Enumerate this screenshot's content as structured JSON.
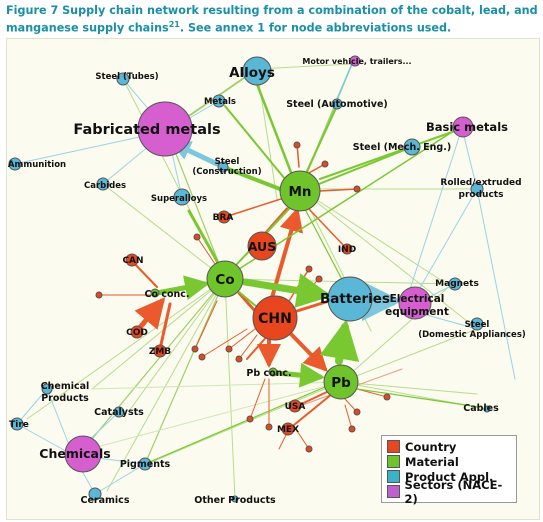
{
  "caption": {
    "line1": "Figure 7 Supply chain network resulting from a combination of the cobalt, lead, and",
    "line2_a": "manganese supply chains",
    "line2_sup": "21",
    "line2_b": ". See annex 1 for node abbreviations used."
  },
  "colors": {
    "country": "#e8461e",
    "material": "#6ec42a",
    "product": "#5ab8d6",
    "sector": "#d65fd0",
    "green_edge": "#79c832",
    "red_edge": "#ea5a2c",
    "blue_edge": "#7cc6de"
  },
  "legend": [
    {
      "key": "country",
      "label": "Country",
      "color": "#e8461e"
    },
    {
      "key": "material",
      "label": "Material",
      "color": "#6ec42a"
    },
    {
      "key": "product",
      "label": "Product Appl.",
      "color": "#3ab2c8"
    },
    {
      "key": "sector",
      "label": "Sectors (NACE-2)",
      "color": "#c05fd0"
    }
  ],
  "nodes": [
    {
      "id": "fabricated-metals",
      "type": "sector",
      "label": "Fabricated metals"
    },
    {
      "id": "alloys",
      "type": "product",
      "label": "Alloys"
    },
    {
      "id": "basic-metals",
      "type": "sector",
      "label": "Basic metals"
    },
    {
      "id": "chemicals",
      "type": "sector",
      "label": "Chemicals"
    },
    {
      "id": "electrical-equipment",
      "type": "sector",
      "label": "Electrical equipment"
    },
    {
      "id": "batteries",
      "type": "product",
      "label": "Batteries"
    },
    {
      "id": "mn",
      "type": "material",
      "label": "Mn"
    },
    {
      "id": "co",
      "type": "material",
      "label": "Co"
    },
    {
      "id": "pb",
      "type": "material",
      "label": "Pb"
    },
    {
      "id": "chn",
      "type": "country",
      "label": "CHN"
    },
    {
      "id": "aus",
      "type": "country",
      "label": "AUS"
    },
    {
      "id": "bra",
      "type": "country",
      "label": "BRA"
    },
    {
      "id": "can",
      "type": "country",
      "label": "CAN"
    },
    {
      "id": "cod",
      "type": "country",
      "label": "COD"
    },
    {
      "id": "zmb",
      "type": "country",
      "label": "ZMB"
    },
    {
      "id": "ind",
      "type": "country",
      "label": "IND"
    },
    {
      "id": "usa",
      "type": "country",
      "label": "USA"
    },
    {
      "id": "mex",
      "type": "country",
      "label": "MEX"
    },
    {
      "id": "co-conc",
      "type": "material",
      "label": "Co conc."
    },
    {
      "id": "pb-conc",
      "type": "material",
      "label": "Pb conc."
    },
    {
      "id": "steel-tubes",
      "type": "product",
      "label": "Steel (Tubes)"
    },
    {
      "id": "metals",
      "type": "product",
      "label": "Metals"
    },
    {
      "id": "motor-vehicle",
      "type": "sector",
      "label": "Motor vehicle, trailers..."
    },
    {
      "id": "steel-automotive",
      "type": "product",
      "label": "Steel (Automotive)"
    },
    {
      "id": "steel-mech",
      "type": "product",
      "label": "Steel (Mech. Eng.)"
    },
    {
      "id": "ammunition",
      "type": "product",
      "label": "Ammunition"
    },
    {
      "id": "steel-construction",
      "type": "product",
      "label": "Steel (Construction)"
    },
    {
      "id": "carbides",
      "type": "product",
      "label": "Carbides"
    },
    {
      "id": "superalloys",
      "type": "product",
      "label": "Superalloys"
    },
    {
      "id": "rolled-extruded",
      "type": "product",
      "label": "Rolled/extruded products"
    },
    {
      "id": "magnets",
      "type": "product",
      "label": "Magnets"
    },
    {
      "id": "steel-domestic",
      "type": "product",
      "label": "Steel (Domestic Appliances)"
    },
    {
      "id": "chemical-products",
      "type": "product",
      "label": "Chemical Products"
    },
    {
      "id": "catalysts",
      "type": "product",
      "label": "Catalysts"
    },
    {
      "id": "tire",
      "type": "product",
      "label": "Tire"
    },
    {
      "id": "pigments",
      "type": "product",
      "label": "Pigments"
    },
    {
      "id": "ceramics",
      "type": "product",
      "label": "Ceramics"
    },
    {
      "id": "other-products",
      "type": "product",
      "label": "Other Products"
    },
    {
      "id": "cables",
      "type": "product",
      "label": "Cables"
    }
  ]
}
